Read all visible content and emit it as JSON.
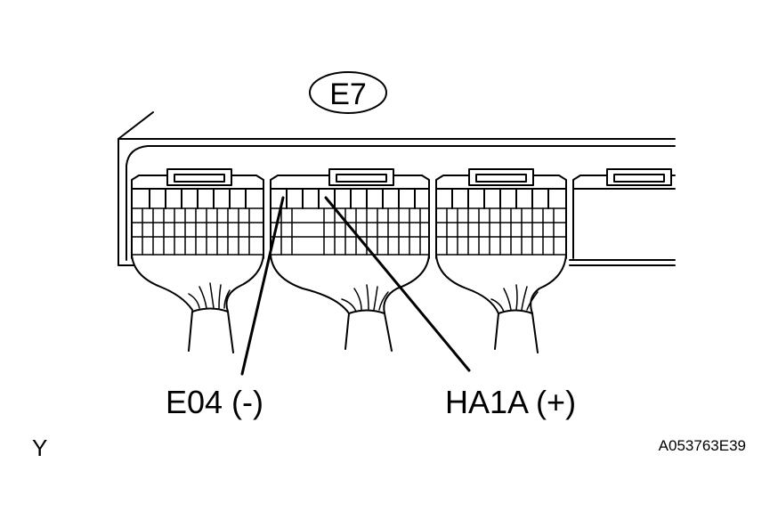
{
  "diagram": {
    "connector_id": "E7",
    "labels": {
      "e04": "E04 (-)",
      "ha1a": "HA1A (+)"
    },
    "corner_mark": "Y",
    "figure_code": "A053763E39"
  }
}
